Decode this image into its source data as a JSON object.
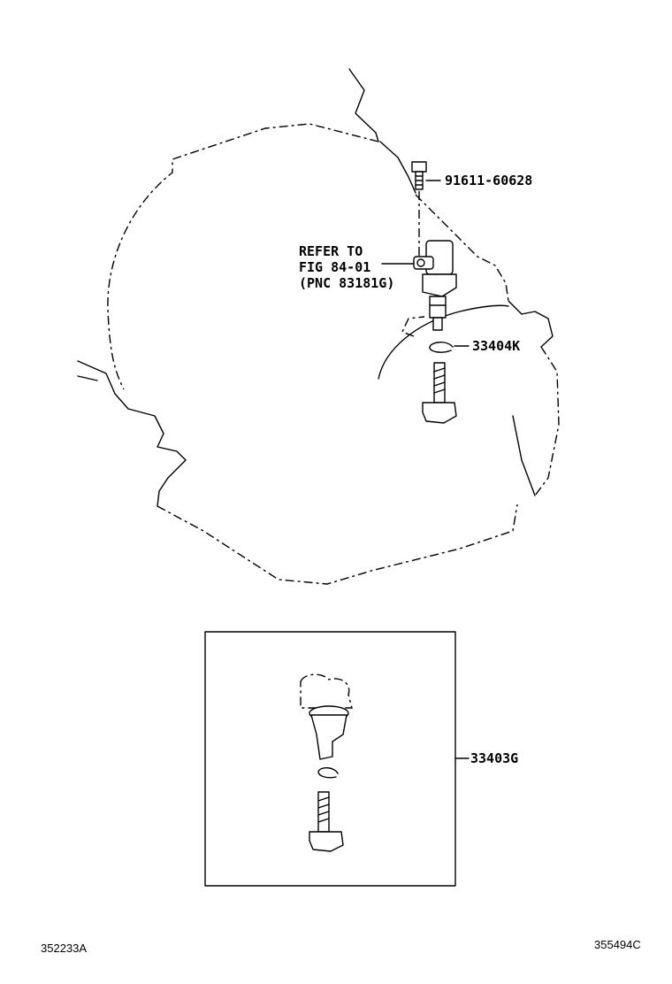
{
  "callouts": {
    "bolt": "91611-60628",
    "refer_line1": "REFER TO",
    "refer_line2": "FIG 84-01",
    "refer_line3": "(PNC 83181G)",
    "clip": "33404K",
    "assembly": "33403G"
  },
  "footer": {
    "left_code": "352233A",
    "right_code": "355494C"
  }
}
